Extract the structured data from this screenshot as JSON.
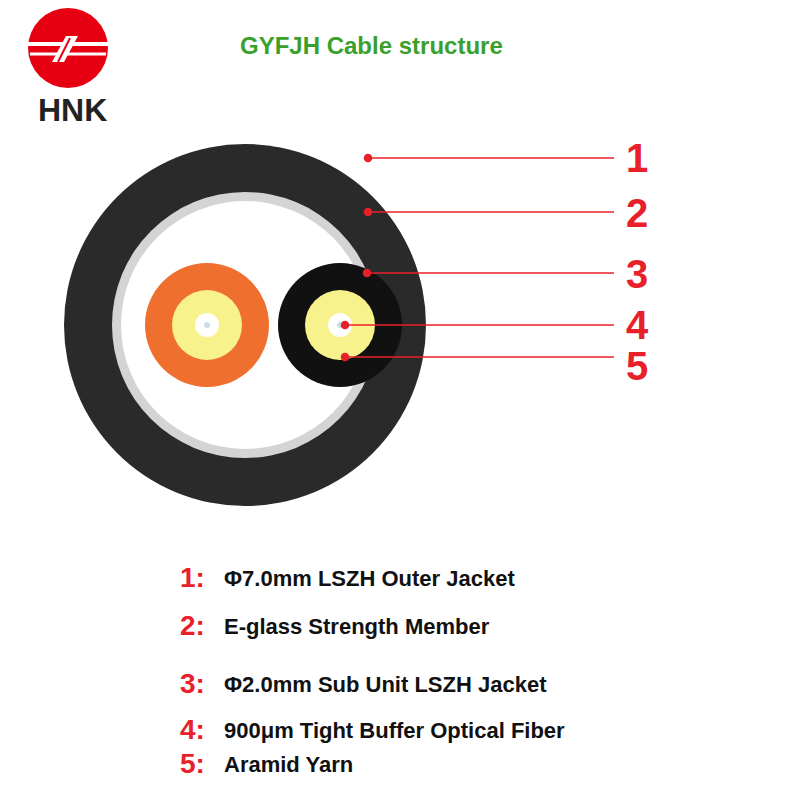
{
  "diagram": {
    "title": "GYFJH Cable structure",
    "labels": [
      "HNK",
      "1",
      "2",
      "3",
      "4",
      "5",
      "1:",
      "Φ7.0mm LSZH Outer Jacket",
      "2:",
      "E-glass Strength Member",
      "3:",
      "Φ2.0mm Sub Unit LSZH Jacket",
      "4:",
      "900μm Tight Buffer Optical Fiber",
      "5:",
      "Aramid Yarn"
    ]
  }
}
